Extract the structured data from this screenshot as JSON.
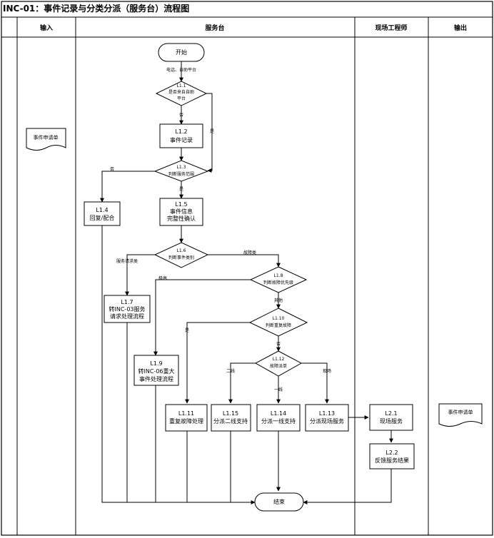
{
  "title": "INC-01：事件记录与分类分派（服务台）流程图",
  "lanes": {
    "input": "输入",
    "service_desk": "服务台",
    "engineer": "现场工程师",
    "output": "输出"
  },
  "documents": {
    "input_doc": "事件申请单",
    "output_doc": "事件申请单"
  },
  "nodes": {
    "start": "开始",
    "end": "结束",
    "l1_1": {
      "id": "L1.1",
      "l1": "是否来自自助",
      "l2": "平台"
    },
    "l1_2": {
      "id": "L1.2",
      "text": "事件记录"
    },
    "l1_3": {
      "id": "L1.3",
      "text": "判断服务范围"
    },
    "l1_4": {
      "id": "L1.4",
      "text": "回复/配合"
    },
    "l1_5": {
      "id": "L1.5",
      "l1": "事件信息",
      "l2": "完整性确认"
    },
    "l1_6": {
      "id": "L1.6",
      "text": "判断事件类别"
    },
    "l1_7": {
      "id": "L1.7",
      "l1": "转INC-03服务",
      "l2": "请求处理流程"
    },
    "l1_8": {
      "id": "L1.8",
      "text": "判断故障优先级"
    },
    "l1_9": {
      "id": "L1.9",
      "l1": "转INC-06重大",
      "l2": "事件处理流程"
    },
    "l1_10": {
      "id": "L1.10",
      "text": "判断重复故障"
    },
    "l1_11": {
      "id": "L1.11",
      "text": "重复故障处理"
    },
    "l1_12": {
      "id": "L1.12",
      "text": "故障派单"
    },
    "l1_13": {
      "id": "L1.13",
      "text": "分派现场服务"
    },
    "l1_14": {
      "id": "L1.14",
      "text": "分派一线支持"
    },
    "l1_15": {
      "id": "L1.15",
      "text": "分派二线支持"
    },
    "l2_1": {
      "id": "L2.1",
      "text": "现场服务"
    },
    "l2_2": {
      "id": "L2.2",
      "text": "反馈服务结果"
    }
  },
  "edge_labels": {
    "source": "电话、自助平台",
    "no_1": "否",
    "yes_1": "是",
    "no_3": "否",
    "yes_3": "是",
    "service_request": "服务请求类",
    "fault": "故障类",
    "major": "极高",
    "other": "其他",
    "yes_10": "是",
    "no_10": "否",
    "second_line": "二线",
    "first_line": "一线",
    "onsite": "现场"
  }
}
